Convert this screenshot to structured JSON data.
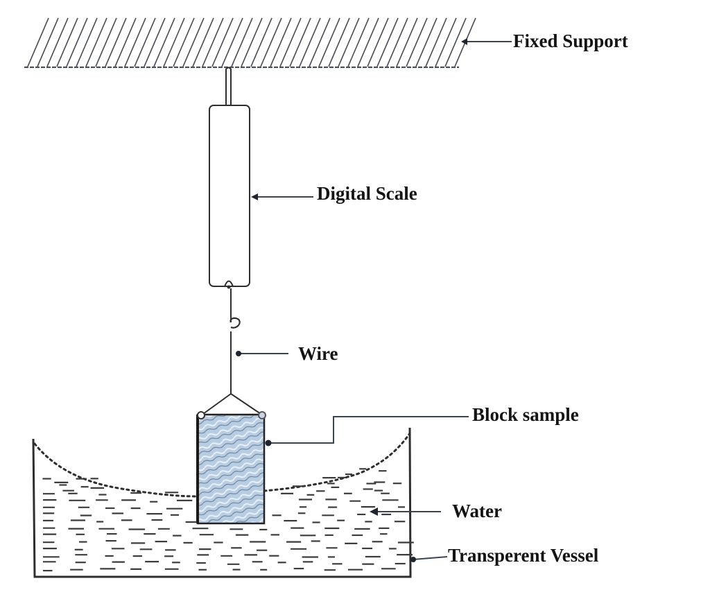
{
  "diagram": {
    "title": "",
    "labels": {
      "fixed_support": "Fixed Support",
      "digital_scale": "Digital Scale",
      "wire": "Wire",
      "block_sample": "Block sample",
      "water": "Water",
      "transparent_vessel": "Transperent Vessel"
    },
    "colors": {
      "ink": "#2e2e2e",
      "leader": "#3a4552",
      "block_fill": "#b9cde2",
      "block_stripe": "#e8f0f8",
      "hatch": "#4a4f57",
      "background": "#ffffff"
    }
  }
}
